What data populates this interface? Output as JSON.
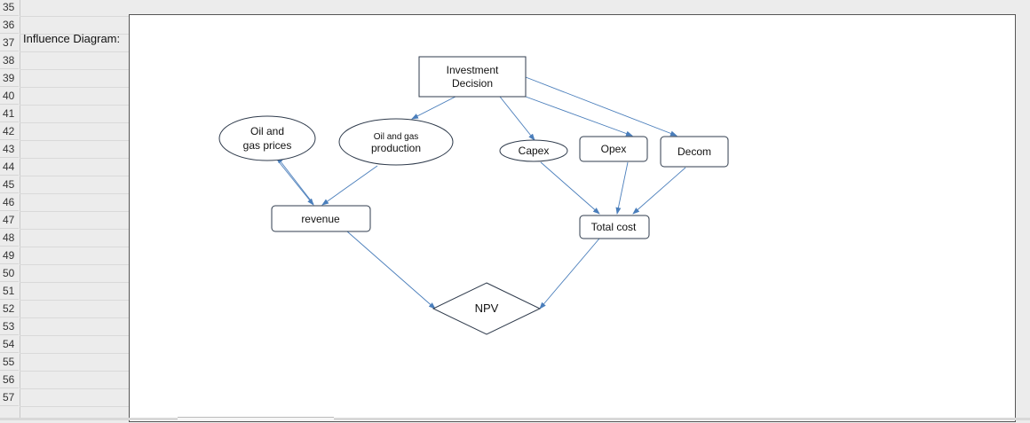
{
  "row_numbers": [
    "35",
    "36",
    "37",
    "38",
    "39",
    "40",
    "41",
    "42",
    "43",
    "44",
    "45",
    "46",
    "47",
    "48",
    "49",
    "50",
    "51",
    "52",
    "53",
    "54",
    "55",
    "56",
    "57"
  ],
  "cell_label": "Influence Diagram:",
  "diagram": {
    "investment_decision": [
      "Investment",
      "Decision"
    ],
    "oil_gas_prices": [
      "Oil and",
      "gas prices"
    ],
    "oil_gas_production": [
      "Oil and gas",
      "production"
    ],
    "capex": "Capex",
    "opex": "Opex",
    "decom": "Decom",
    "revenue": "revenue",
    "total_cost": "Total cost",
    "npv": "NPV"
  },
  "colors": {
    "arrow": "#4a7ebb",
    "shape_border": "#2f3b4c"
  }
}
